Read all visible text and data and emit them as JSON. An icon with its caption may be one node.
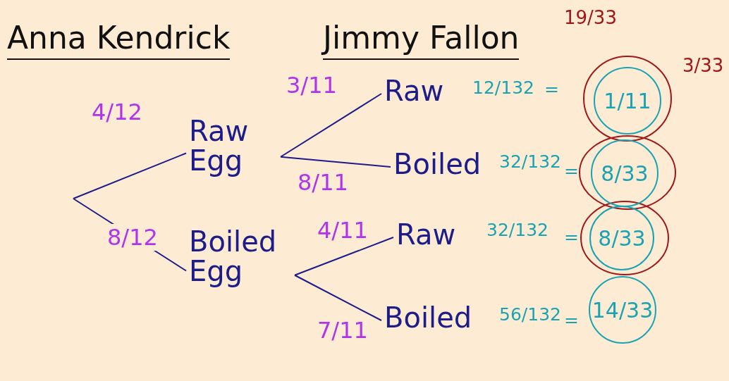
{
  "diagram": {
    "nodes": [
      {
        "text": [
          "Raw Egg"
        ]
      },
      {
        "text": [
          "Boiled Egg"
        ]
      },
      {
        "text": [
          "Raw"
        ],
        "beside": [
          "12/132",
          "="
        ]
      },
      {
        "text": [
          "Boiled"
        ],
        "beside": [
          "32/132",
          "="
        ]
      },
      {
        "text": [
          "Raw"
        ],
        "beside": [
          "32/132",
          "="
        ]
      },
      {
        "text": [
          "Boiled"
        ],
        "beside": [
          "56/132",
          "="
        ]
      },
      {
        "text": [
          "1/11"
        ]
      },
      {
        "text": [
          "8/33"
        ]
      },
      {
        "text": [
          "8/33"
        ]
      },
      {
        "text": [
          "14/33"
        ]
      }
    ],
    "edges": [
      {
        "from": null,
        "to": 0,
        "arrow": "none",
        "label": "4/12"
      },
      {
        "from": null,
        "to": 1,
        "arrow": "none",
        "label": "8/12"
      },
      {
        "from": 0,
        "to": 2,
        "arrow": "none",
        "label": "3/11"
      },
      {
        "from": 0,
        "to": 3,
        "arrow": "none",
        "label": "8/11"
      },
      {
        "from": 1,
        "to": 4,
        "arrow": "none",
        "label": "4/11"
      },
      {
        "from": 1,
        "to": 5,
        "arrow": "none",
        "label": "7/11"
      }
    ],
    "labels": [
      "Anna Kendrick",
      "Jimmy Fallon",
      "19/33",
      "3/33"
    ]
  }
}
